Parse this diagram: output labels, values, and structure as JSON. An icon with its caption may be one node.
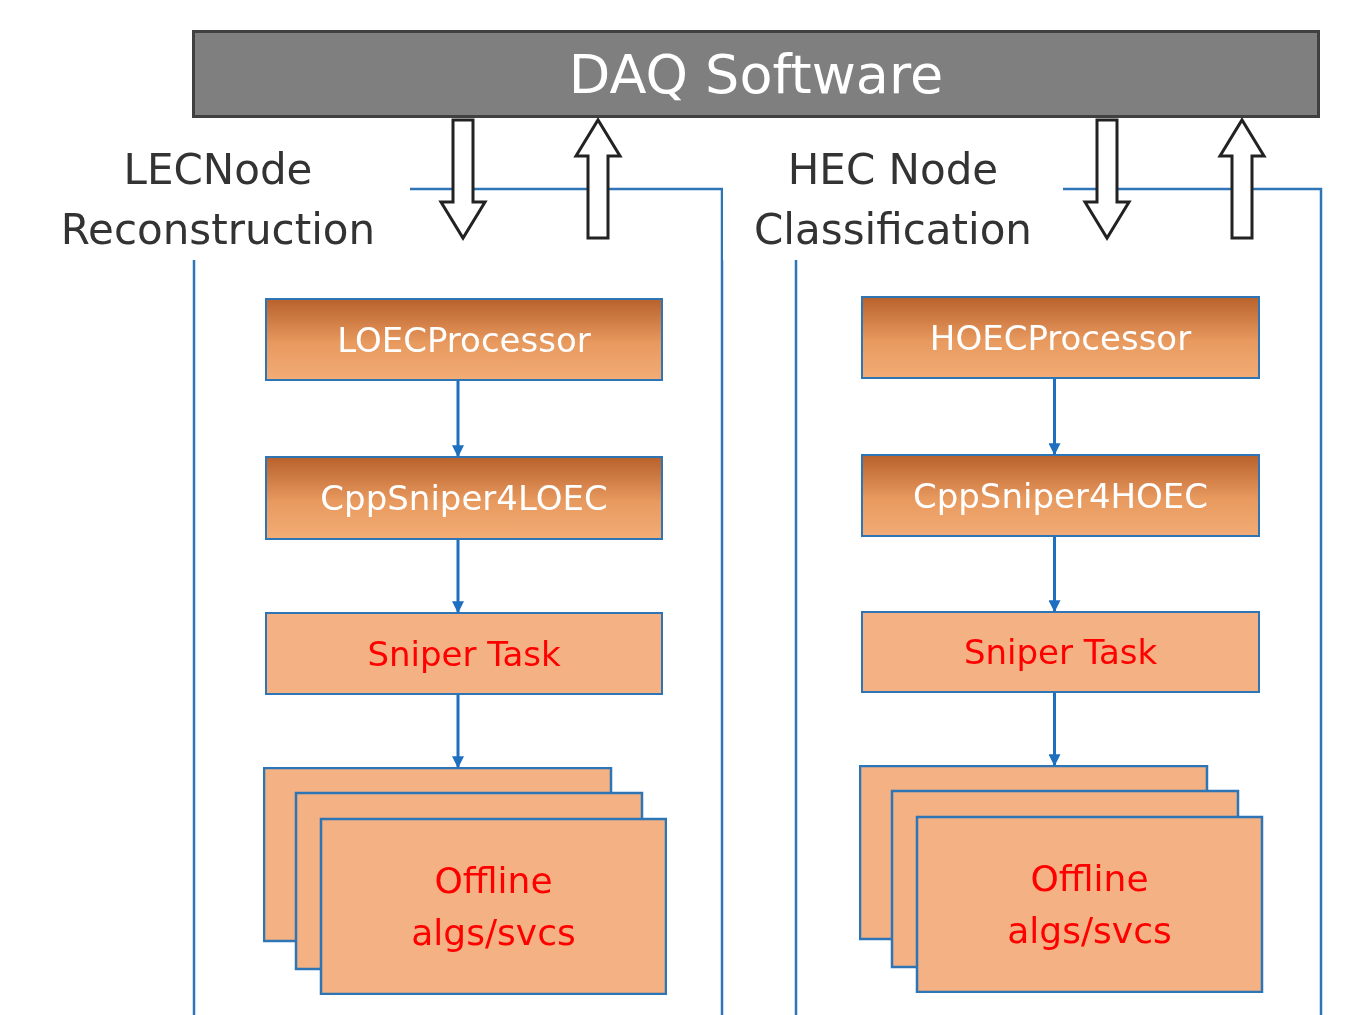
{
  "diagram": {
    "nodes": [
      {
        "text": [
          "DAQ Software"
        ]
      },
      {
        "text": [
          "LECNode Reconstruction"
        ]
      },
      {
        "text": [
          "LOECProcessor"
        ],
        "in": 1
      },
      {
        "text": [
          "CppSniper4LOEC"
        ],
        "in": 1
      },
      {
        "text": [
          "Sniper Task"
        ],
        "in": 1
      },
      {
        "text": [
          "Offline algs/svcs"
        ],
        "in": 1
      },
      {
        "text": [
          "HEC Node Classification"
        ]
      },
      {
        "text": [
          "HOECProcessor"
        ],
        "in": 6
      },
      {
        "text": [
          "CppSniper4HOEC"
        ],
        "in": 6
      },
      {
        "text": [
          "Sniper Task"
        ],
        "in": 6
      },
      {
        "text": [
          "Offline algs/svcs"
        ],
        "in": 6
      }
    ],
    "edges": [
      {
        "from": 0,
        "to": 1,
        "arrow": "to",
        "style": "thick"
      },
      {
        "from": 1,
        "to": 0,
        "arrow": "to",
        "style": "thick"
      },
      {
        "from": 2,
        "to": 3,
        "arrow": "to"
      },
      {
        "from": 3,
        "to": 4,
        "arrow": "to"
      },
      {
        "from": 4,
        "to": 5,
        "arrow": "to"
      },
      {
        "from": 0,
        "to": 6,
        "arrow": "to",
        "style": "thick"
      },
      {
        "from": 6,
        "to": 0,
        "arrow": "to",
        "style": "thick"
      },
      {
        "from": 7,
        "to": 8,
        "arrow": "to"
      },
      {
        "from": 8,
        "to": 9,
        "arrow": "to"
      },
      {
        "from": 9,
        "to": 10,
        "arrow": "to"
      }
    ]
  }
}
